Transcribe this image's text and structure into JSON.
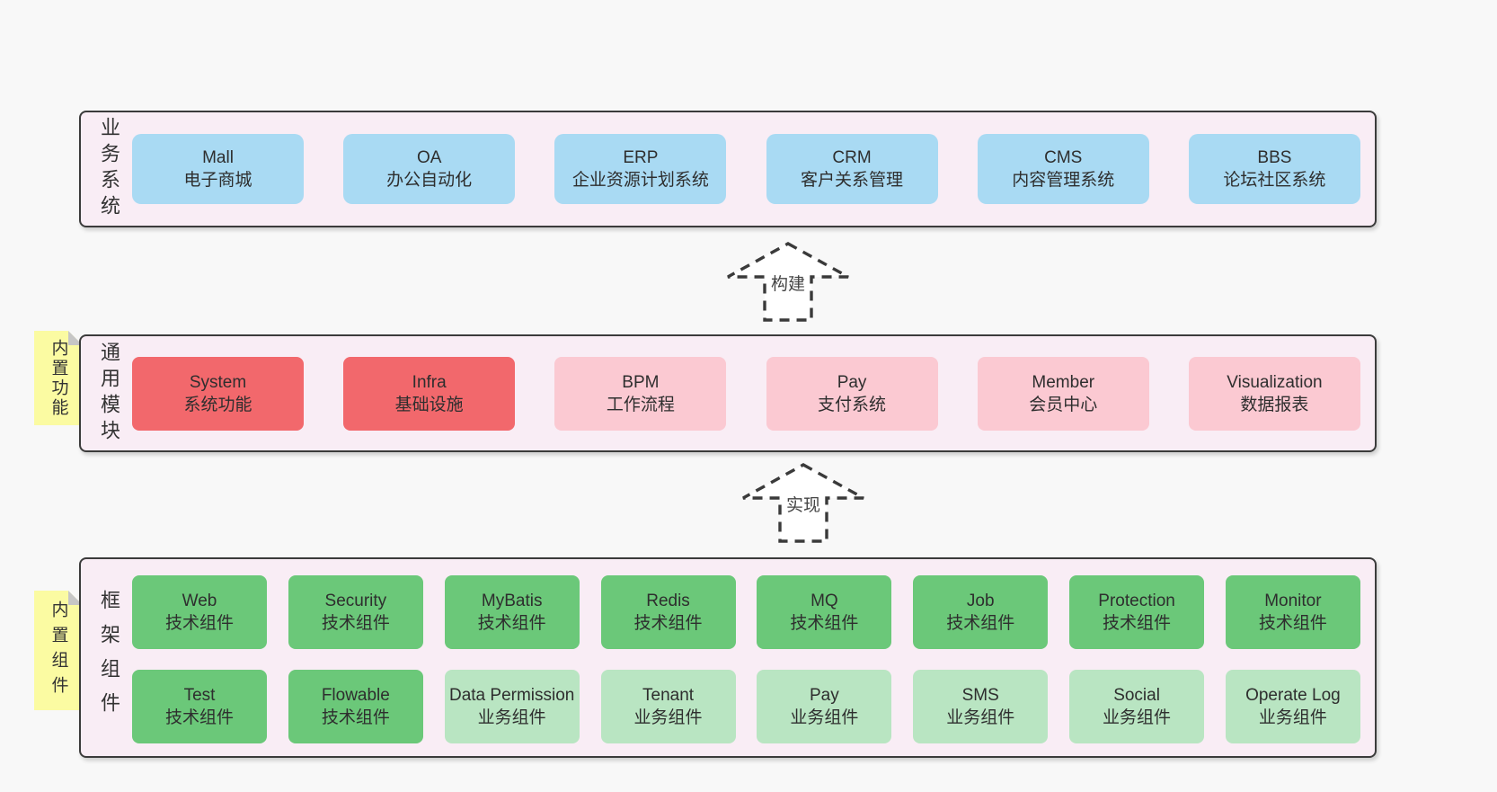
{
  "colors": {
    "background": "#f8f8f8",
    "section_bg": "#f9edf5",
    "section_border": "#3b3b3b",
    "blue_box": "#a9daf3",
    "red_box": "#f2686c",
    "pink_box": "#fbc9d2",
    "green_box": "#6bc879",
    "green_light_box": "#b9e5c2",
    "sticky_yellow": "#fbfba2",
    "arrow_stroke": "#3a3a3a"
  },
  "sections": {
    "business": {
      "label_vertical": "业务系统",
      "boxes": [
        {
          "name": "Mall",
          "desc": "电子商城"
        },
        {
          "name": "OA",
          "desc": "办公自动化"
        },
        {
          "name": "ERP",
          "desc": "企业资源计划系统"
        },
        {
          "name": "CRM",
          "desc": "客户关系管理"
        },
        {
          "name": "CMS",
          "desc": "内容管理系统"
        },
        {
          "name": "BBS",
          "desc": "论坛社区系统"
        }
      ]
    },
    "modules": {
      "label_vertical": "通用模块",
      "sticky_note": "内置功能",
      "boxes": [
        {
          "name": "System",
          "desc": "系统功能"
        },
        {
          "name": "Infra",
          "desc": "基础设施"
        },
        {
          "name": "BPM",
          "desc": "工作流程"
        },
        {
          "name": "Pay",
          "desc": "支付系统"
        },
        {
          "name": "Member",
          "desc": "会员中心"
        },
        {
          "name": "Visualization",
          "desc": "数据报表"
        }
      ]
    },
    "components": {
      "label_vertical": "框架组件",
      "sticky_note": "内置组件",
      "rows": [
        {
          "boxes": [
            {
              "name": "Web",
              "desc": "技术组件"
            },
            {
              "name": "Security",
              "desc": "技术组件"
            },
            {
              "name": "MyBatis",
              "desc": "技术组件"
            },
            {
              "name": "Redis",
              "desc": "技术组件"
            },
            {
              "name": "MQ",
              "desc": "技术组件"
            },
            {
              "name": "Job",
              "desc": "技术组件"
            },
            {
              "name": "Protection",
              "desc": "技术组件"
            },
            {
              "name": "Monitor",
              "desc": "技术组件"
            }
          ]
        },
        {
          "boxes": [
            {
              "name": "Test",
              "desc": "技术组件"
            },
            {
              "name": "Flowable",
              "desc": "技术组件"
            },
            {
              "name": "Data Permission",
              "desc": "业务组件"
            },
            {
              "name": "Tenant",
              "desc": "业务组件"
            },
            {
              "name": "Pay",
              "desc": "业务组件"
            },
            {
              "name": "SMS",
              "desc": "业务组件"
            },
            {
              "name": "Social",
              "desc": "业务组件"
            },
            {
              "name": "Operate Log",
              "desc": "业务组件"
            }
          ]
        }
      ]
    }
  },
  "arrows": [
    {
      "label": "构建"
    },
    {
      "label": "实现"
    }
  ]
}
